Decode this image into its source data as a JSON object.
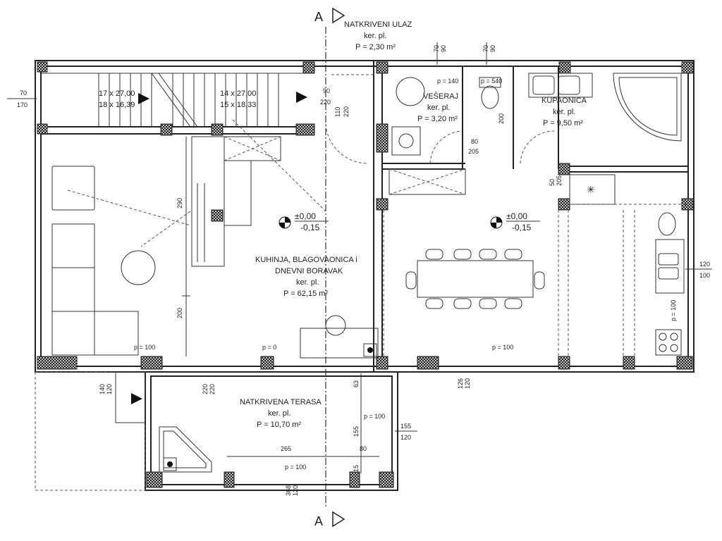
{
  "section": {
    "marker": "A"
  },
  "rooms": {
    "entrance": {
      "name": "NATKRIVENI ULAZ",
      "floor": "ker. pl.",
      "area": "P = 2,30 m²"
    },
    "laundry": {
      "name": "VEŠERAJ",
      "floor": "ker. pl.",
      "area": "P = 3,20 m²"
    },
    "bathroom": {
      "name": "KUPAONICA",
      "floor": "ker. pl.",
      "area": "P = 9,50 m²"
    },
    "living_line1": "KUHINJA, BLAGOVAONICA i",
    "living_line2": "DNEVNI BORAVAK",
    "living": {
      "floor": "ker. pl.",
      "area": "P = 62,15 m²"
    },
    "terrace": {
      "name": "NATKRIVENA TERASA",
      "floor": "ker. pl.",
      "area": "P = 10,70 m²"
    }
  },
  "stairs": {
    "flight1_a": "17 x 27,00",
    "flight1_b": "18 x 16,39",
    "flight2_a": "14 x 27,00",
    "flight2_b": "15 x 18,33"
  },
  "levels": {
    "left": {
      "top": "±0,00",
      "bottom": "-0,15"
    },
    "right": {
      "top": "±0,00",
      "bottom": "-0,15"
    }
  },
  "dims": {
    "d70": "70",
    "d170": "170",
    "d90": "90",
    "d220": "220",
    "d110": "110",
    "d220b": "220",
    "d290": "290",
    "d200": "200",
    "d200b": "200",
    "d80": "80",
    "d205": "205",
    "d70a": "70",
    "d90a": "90",
    "d70b": "70",
    "d90b": "90",
    "d140top": "p = 140",
    "d540": "p = 540",
    "d120": "120",
    "d100": "100",
    "pR100": "p = 100",
    "p100a": "p = 100",
    "p0": "p = 0",
    "p100b": "p = 100",
    "d140": "140",
    "d120b": "120",
    "d220c": "220",
    "d63": "63",
    "d155": "155",
    "d80b": "80",
    "d265": "265",
    "d15": "15",
    "p100c": "p = 100",
    "p100d": "p = 100",
    "d155b": "155",
    "d120c": "120",
    "d126": "126",
    "d120d": "120",
    "d368": "368",
    "d120e": "120",
    "d50": "50",
    "d205b": "205"
  }
}
